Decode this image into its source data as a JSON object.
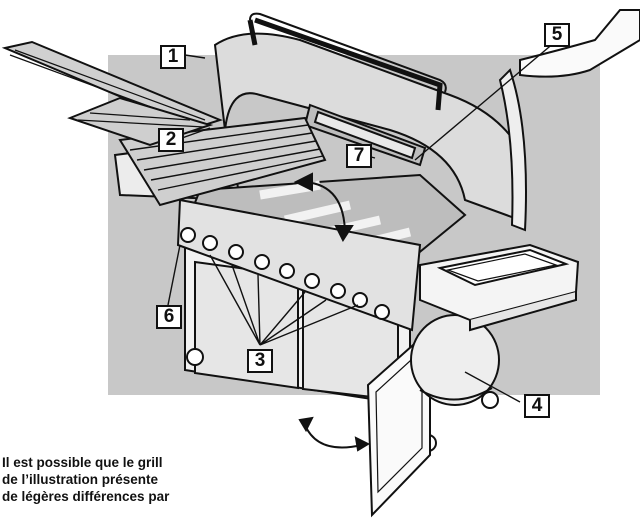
{
  "diagram": {
    "callouts": [
      "1",
      "2",
      "3",
      "4",
      "5",
      "6",
      "7"
    ],
    "note_lines": [
      "Il est possible que le grill",
      "de l’illustration présente",
      "de légères différences par"
    ]
  },
  "colors": {
    "backdrop": "#c8c8c8",
    "ink": "#111111",
    "steel": "#dcdcdc",
    "panel": "#f4f4f4"
  }
}
